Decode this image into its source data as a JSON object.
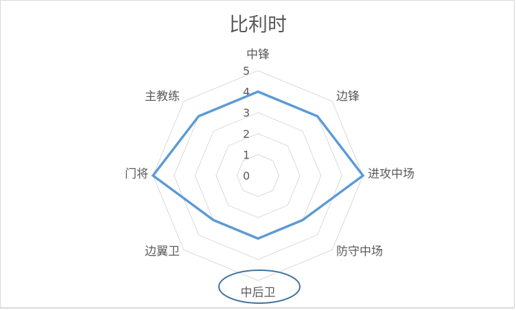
{
  "chart_data": {
    "type": "radar",
    "title": "比利时",
    "categories": [
      "中锋",
      "边锋",
      "进攻中场",
      "防守中场",
      "中后卫",
      "边翼卫",
      "门将",
      "主教练"
    ],
    "series": [
      {
        "name": "比利时",
        "values": [
          4,
          4,
          5,
          3,
          3,
          3,
          5,
          4
        ],
        "color": "#5B9BD5"
      }
    ],
    "rlim": [
      0,
      5
    ],
    "rticks": [
      "0",
      "1",
      "2",
      "3",
      "4",
      "5"
    ],
    "grid": true,
    "legend": "none",
    "annotations": [
      {
        "type": "ellipse",
        "target": "中后卫",
        "color": "#41719C"
      }
    ]
  },
  "chart": {
    "title": "比利时"
  }
}
